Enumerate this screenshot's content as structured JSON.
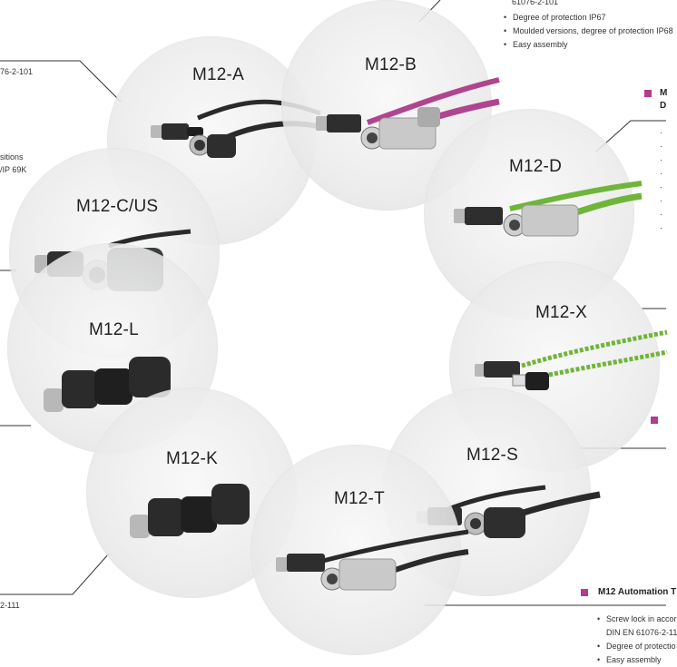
{
  "circles": [
    {
      "id": "a",
      "title": "M12-A"
    },
    {
      "id": "b",
      "title": "M12-B"
    },
    {
      "id": "d",
      "title": "M12-D"
    },
    {
      "id": "cus",
      "title": "M12-C/US"
    },
    {
      "id": "l",
      "title": "M12-L"
    },
    {
      "id": "x",
      "title": "M12-X"
    },
    {
      "id": "k",
      "title": "M12-K"
    },
    {
      "id": "s",
      "title": "M12-S"
    },
    {
      "id": "t",
      "title": "M12-T"
    }
  ],
  "top_right": {
    "partial_line": "61076-2-101",
    "bullets": [
      "Degree of protection IP67",
      "Moulded versions, degree of protection IP68",
      "Easy assembly"
    ]
  },
  "right_heading_partial": {
    "line1": "M",
    "line2": "D"
  },
  "left_fragments": {
    "top": "76-2-101",
    "mid_1": "sitions",
    "mid_2": "/IP 69K",
    "bottom": "2-111"
  },
  "bottom_right": {
    "heading": "M12 Automation T",
    "bullets": [
      "Screw lock in accor",
      "DIN EN 61076-2-11",
      "Degree of protectio",
      "Easy assembly"
    ]
  },
  "colors": {
    "accent_square": "#b43c8c",
    "cable_purple": "#b0458f",
    "cable_green": "#6fb53a",
    "cable_black": "#2a2a2a",
    "metal": "#b8b8b8"
  }
}
